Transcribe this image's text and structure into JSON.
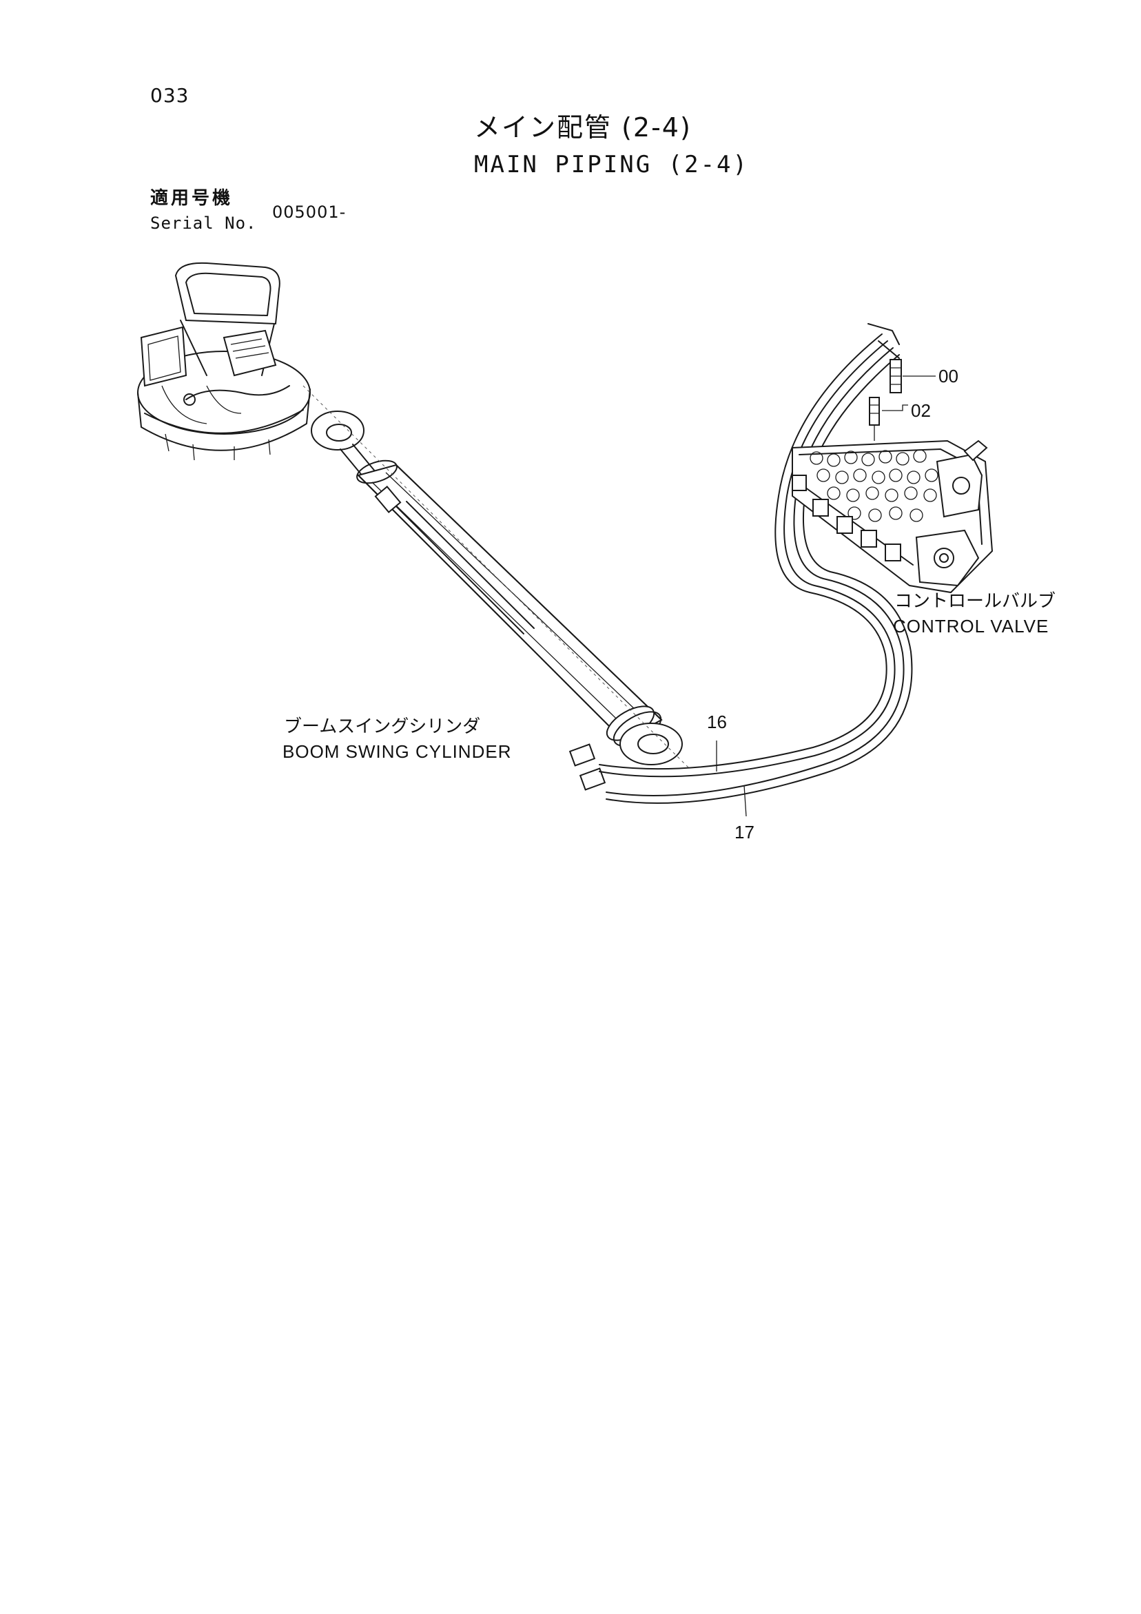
{
  "page": {
    "number": "033",
    "title_ja": "メイン配管 (2-4)",
    "title_en": "MAIN PIPING (2-4)"
  },
  "serial": {
    "label_ja": "適用号機",
    "label_en": "Serial No.",
    "value": "005001-"
  },
  "components": {
    "control_valve_ja": "コントロールバルブ",
    "control_valve_en": "CONTROL VALVE",
    "boom_swing_cylinder_ja": "ブームスイングシリンダ",
    "boom_swing_cylinder_en": "BOOM SWING CYLINDER"
  },
  "callouts": [
    "00",
    "02",
    "16",
    "17"
  ]
}
